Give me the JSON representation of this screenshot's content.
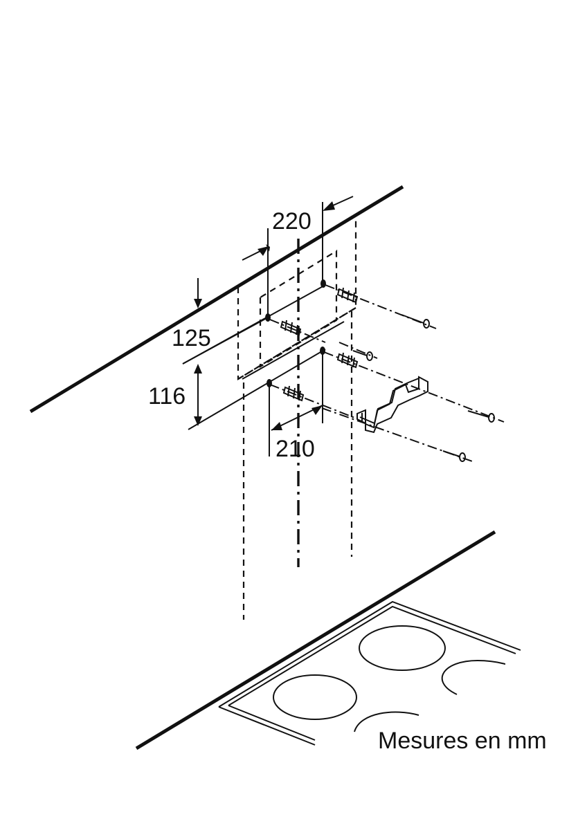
{
  "dimensions": {
    "hole_spacing_top": "220",
    "offset_from_ceiling": "125",
    "vertical_spacing": "116",
    "hole_spacing_bottom": "210"
  },
  "note": "Mesures en mm",
  "colors": {
    "line": "#111111",
    "background": "#ffffff"
  }
}
